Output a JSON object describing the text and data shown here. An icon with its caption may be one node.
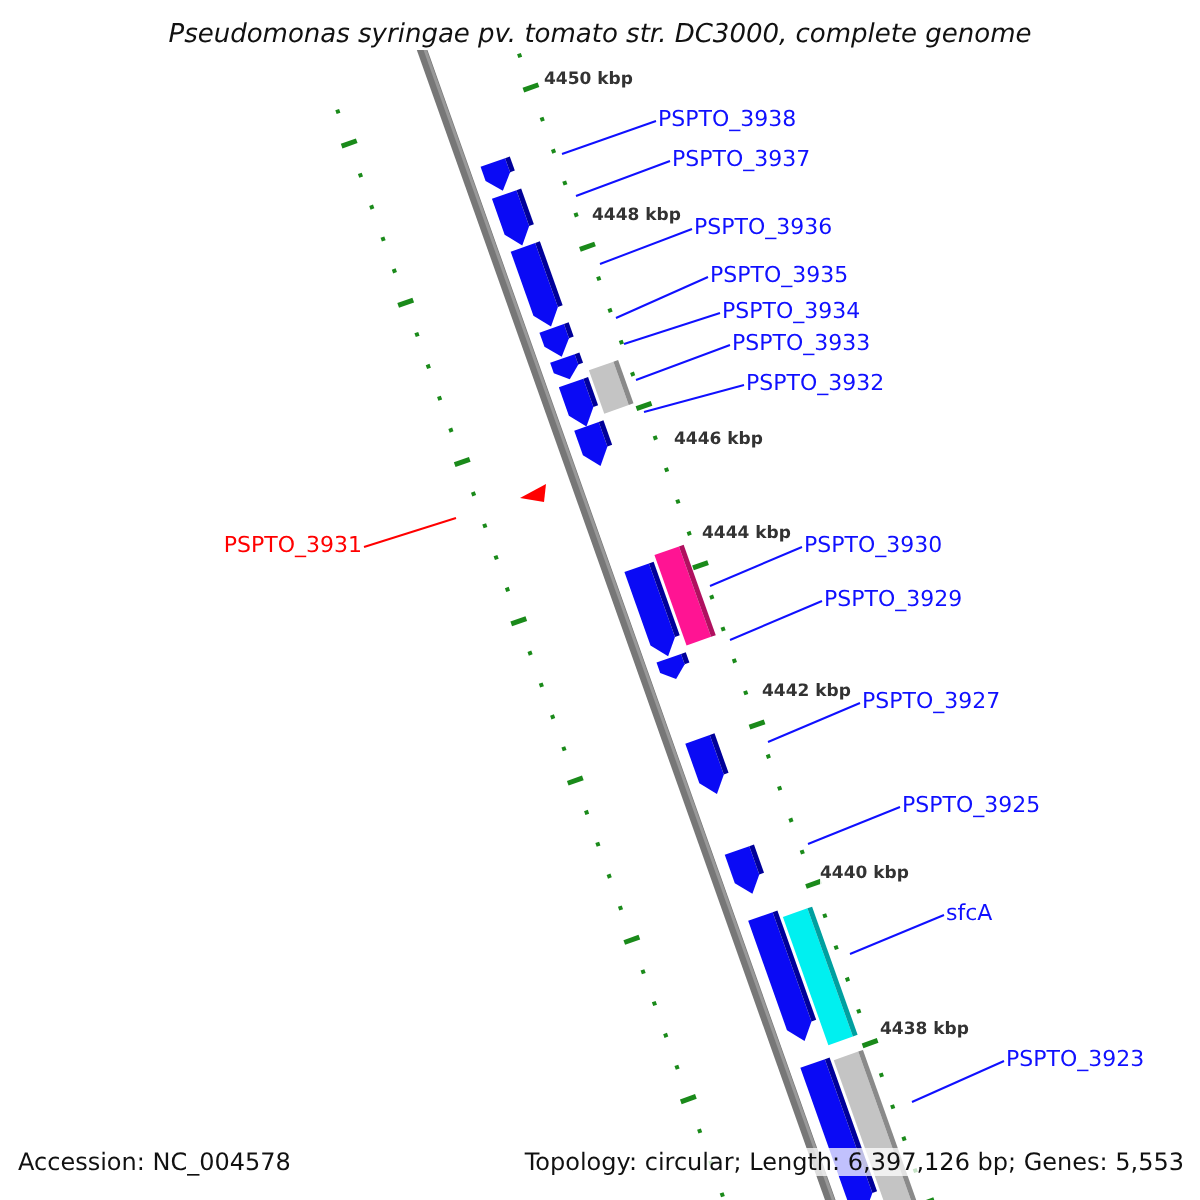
{
  "diagram": {
    "title": "Pseudomonas syringae pv. tomato str. DC3000, complete genome",
    "nodes": [
      {
        "text": [
          "PSPTO_3938"
        ]
      },
      {
        "text": [
          "PSPTO_3937"
        ]
      },
      {
        "text": [
          "PSPTO_3936"
        ]
      },
      {
        "text": [
          "PSPTO_3935"
        ]
      },
      {
        "text": [
          "PSPTO_3934"
        ]
      },
      {
        "text": [
          "PSPTO_3933"
        ]
      },
      {
        "text": [
          "PSPTO_3932"
        ]
      },
      {
        "text": [
          "PSPTO_3931"
        ]
      },
      {
        "text": [
          "PSPTO_3930"
        ]
      },
      {
        "text": [
          "PSPTO_3929"
        ]
      },
      {
        "text": [
          "PSPTO_3927"
        ]
      },
      {
        "text": [
          "PSPTO_3925"
        ]
      },
      {
        "text": [
          "sfcA"
        ]
      },
      {
        "text": [
          "PSPTO_3923"
        ]
      }
    ],
    "edges": [
      {
        "from": 0,
        "to": null,
        "arrow": "none"
      },
      {
        "from": 1,
        "to": null,
        "arrow": "none"
      },
      {
        "from": 2,
        "to": null,
        "arrow": "none"
      },
      {
        "from": 3,
        "to": null,
        "arrow": "none"
      },
      {
        "from": 4,
        "to": null,
        "arrow": "none"
      },
      {
        "from": 5,
        "to": null,
        "arrow": "none"
      },
      {
        "from": 6,
        "to": null,
        "arrow": "none"
      },
      {
        "from": 7,
        "to": null,
        "arrow": "none",
        "color": "#ff0000"
      },
      {
        "from": 8,
        "to": null,
        "arrow": "none"
      },
      {
        "from": 9,
        "to": null,
        "arrow": "none"
      },
      {
        "from": 10,
        "to": null,
        "arrow": "none"
      },
      {
        "from": 11,
        "to": null,
        "arrow": "none"
      },
      {
        "from": 12,
        "to": null,
        "arrow": "none"
      },
      {
        "from": 13,
        "to": null,
        "arrow": "none"
      }
    ],
    "labels": [
      "4450 kbp",
      "4448 kbp",
      "4446 kbp",
      "4444 kbp",
      "4442 kbp",
      "4440 kbp",
      "4438 kbp",
      "Accession: NC_004578",
      "Topology: circular; Length: 6,397,126 bp; Genes: 5,553"
    ]
  }
}
